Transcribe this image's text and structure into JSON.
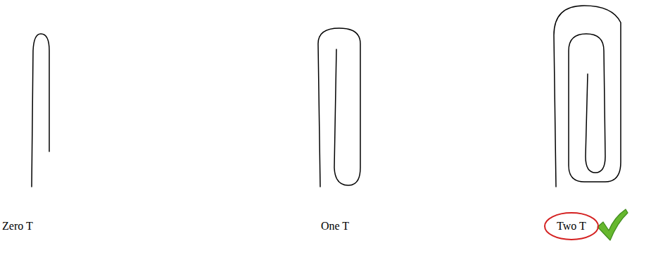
{
  "diagram": {
    "nodes": [
      {
        "text": [
          "Two T"
        ]
      }
    ],
    "labels": [
      "Zero T",
      "One T"
    ]
  }
}
